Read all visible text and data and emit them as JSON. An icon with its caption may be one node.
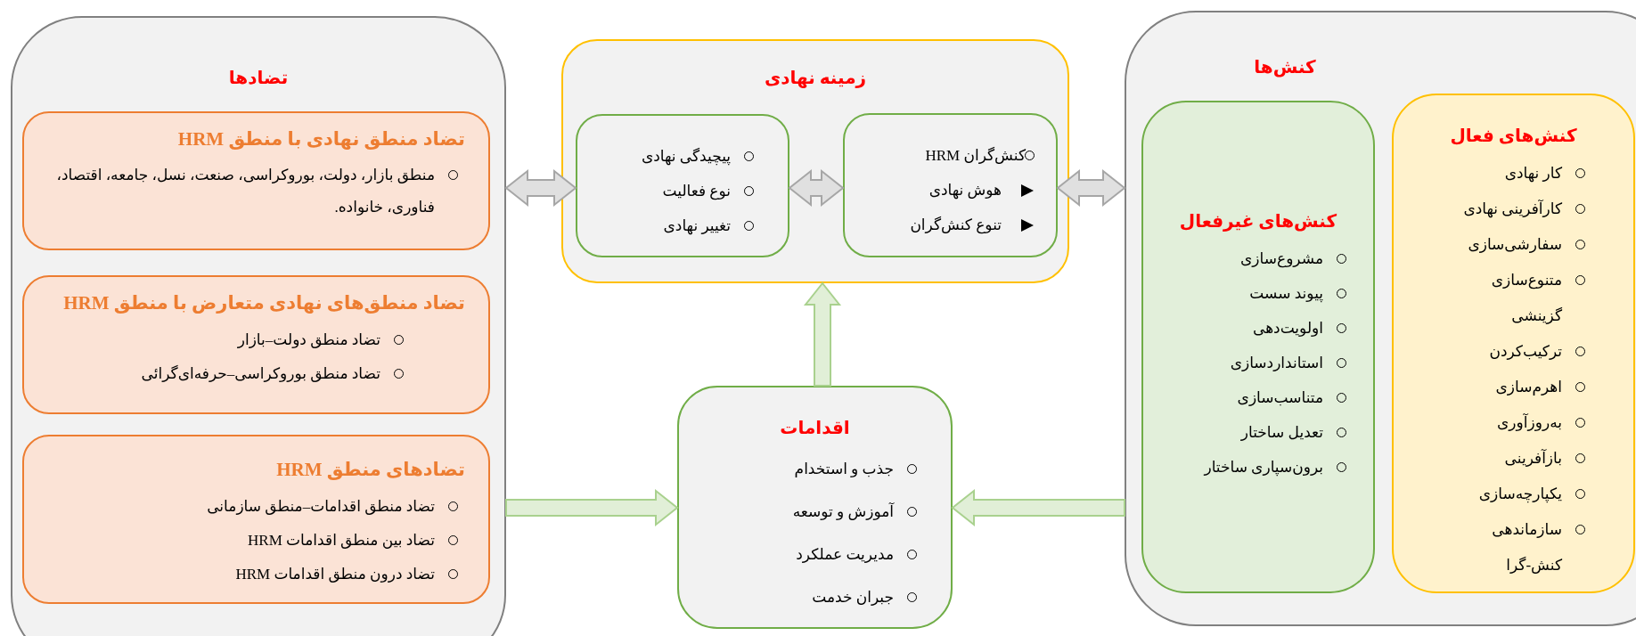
{
  "diagram": {
    "nodes": [
      {
        "text": [
          "تضادها"
        ]
      },
      {
        "text": [
          "تضاد منطق نهادی با منطق HRM",
          "منطق بازار، دولت، بوروکراسی، صنعت، نسل، جامعه، اقتصاد، فناوری، خانواده."
        ],
        "in": 0
      },
      {
        "text": [
          "تضاد منطق‌های نهادی متعارض با منطق HRM",
          "تضاد منطق دولت–بازار",
          "تضاد منطق بوروکراسی–حرفه‌ای‌گرائی"
        ],
        "in": 0
      },
      {
        "text": [
          "تضادهای منطق HRM",
          "تضاد منطق اقدامات–منطق سازمانی",
          "تضاد بین منطق اقدامات HRM",
          "تضاد درون منطق اقدامات HRM"
        ],
        "in": 0
      },
      {
        "text": [
          "زمینه نهادی"
        ]
      },
      {
        "text": [
          "پیچیدگی نهادی",
          "نوع فعالیت",
          "تغییر نهادی"
        ],
        "in": 4
      },
      {
        "text": [
          "کنش‌گران HRM",
          "هوش نهادی",
          "تنوع کنش‌گران"
        ],
        "in": 4
      },
      {
        "text": [
          "کنش‌ها"
        ]
      },
      {
        "text": [
          "کنش‌های غیرفعال",
          "مشروع‌سازی",
          "پیوند سست",
          "اولویت‌دهی",
          "استانداردسازی",
          "متناسب‌سازی",
          "تعدیل ساختار",
          "برون‌سپاری ساختار"
        ],
        "in": 7
      },
      {
        "text": [
          "کنش‌های فعال",
          "کار نهادی",
          "کارآفرینی نهادی",
          "سفارشی‌سازی",
          "متنوع‌سازی گزینشی",
          "ترکیب‌کردن",
          "اهرم‌سازی",
          "به‌روزآوری",
          "بازآفرینی",
          "یکپارچه‌سازی",
          "سازماندهی کنش-گرا"
        ],
        "in": 7
      },
      {
        "text": [
          "اقدامات",
          "جذب و استخدام",
          "آموزش و توسعه",
          "مدیریت عملکرد",
          "جبران خدمت"
        ]
      }
    ],
    "edges": [
      {
        "from": 0,
        "to": 5,
        "arrow": "both"
      },
      {
        "from": 5,
        "to": 6,
        "arrow": "both"
      },
      {
        "from": 6,
        "to": 7,
        "arrow": "both"
      },
      {
        "from": 10,
        "to": 4,
        "arrow": "to",
        "color": "#a9d18e"
      },
      {
        "from": 0,
        "to": 10,
        "arrow": "to",
        "color": "#a9d18e"
      },
      {
        "from": 7,
        "to": 10,
        "arrow": "to",
        "color": "#a9d18e"
      }
    ]
  }
}
